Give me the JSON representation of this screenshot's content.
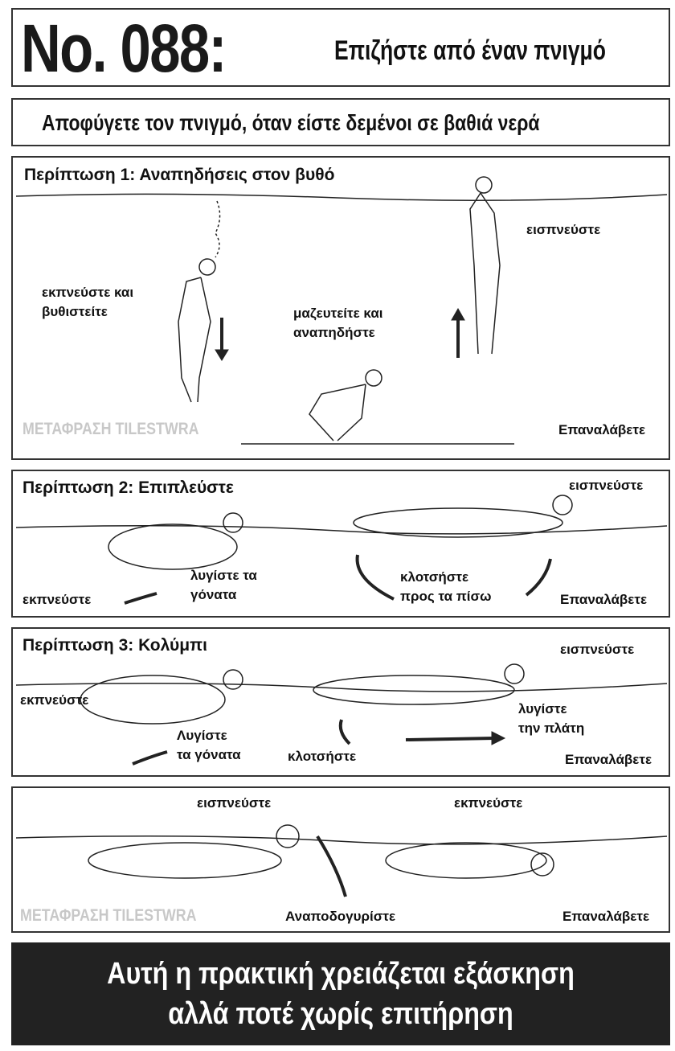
{
  "header": {
    "number": "No. 088:",
    "title": "Επιζήστε από έναν πνιγμό"
  },
  "subtitle": "Αποφύγετε τον πνιγμό, όταν είστε δεμένοι σε βαθιά νερά",
  "watermark": "ΜΕΤΑΦΡΑΣΗ TILESTWRA",
  "panels": [
    {
      "title": "Περίπτωση 1: Αναπηδήσεις στον βυθό",
      "labels": {
        "exhale_sink_1": "εκπνεύστε και",
        "exhale_sink_2": "βυθιστείτε",
        "crouch_1": "μαζευτείτε και",
        "crouch_2": "αναπηδήστε",
        "inhale": "εισπνεύστε",
        "repeat": "Επαναλάβετε"
      }
    },
    {
      "title": "Περίπτωση 2: Επιπλεύστε",
      "labels": {
        "inhale": "εισπνεύστε",
        "bend_1": "λυγίστε τα",
        "bend_2": "γόνατα",
        "exhale": "εκπνεύστε",
        "kick_1": "κλοτσήστε",
        "kick_2": "προς τα πίσω",
        "repeat": "Επαναλάβετε"
      }
    },
    {
      "title": "Περίπτωση 3: Κολύμπι",
      "labels": {
        "inhale": "εισπνεύστε",
        "exhale": "εκπνεύστε",
        "bend_1": "Λυγίστε",
        "bend_2": "τα γόνατα",
        "kick": "κλοτσήστε",
        "back_1": "λυγίστε",
        "back_2": "την πλάτη",
        "repeat": "Επαναλάβετε"
      }
    },
    {
      "labels": {
        "inhale": "εισπνεύστε",
        "exhale": "εκπνεύστε",
        "flip": "Αναποδογυρίστε",
        "repeat": "Επαναλάβετε"
      }
    }
  ],
  "footer": {
    "line1": "Αυτή η πρακτική χρειάζεται εξάσκηση",
    "line2": "αλλά ποτέ χωρίς επιτήρηση"
  }
}
